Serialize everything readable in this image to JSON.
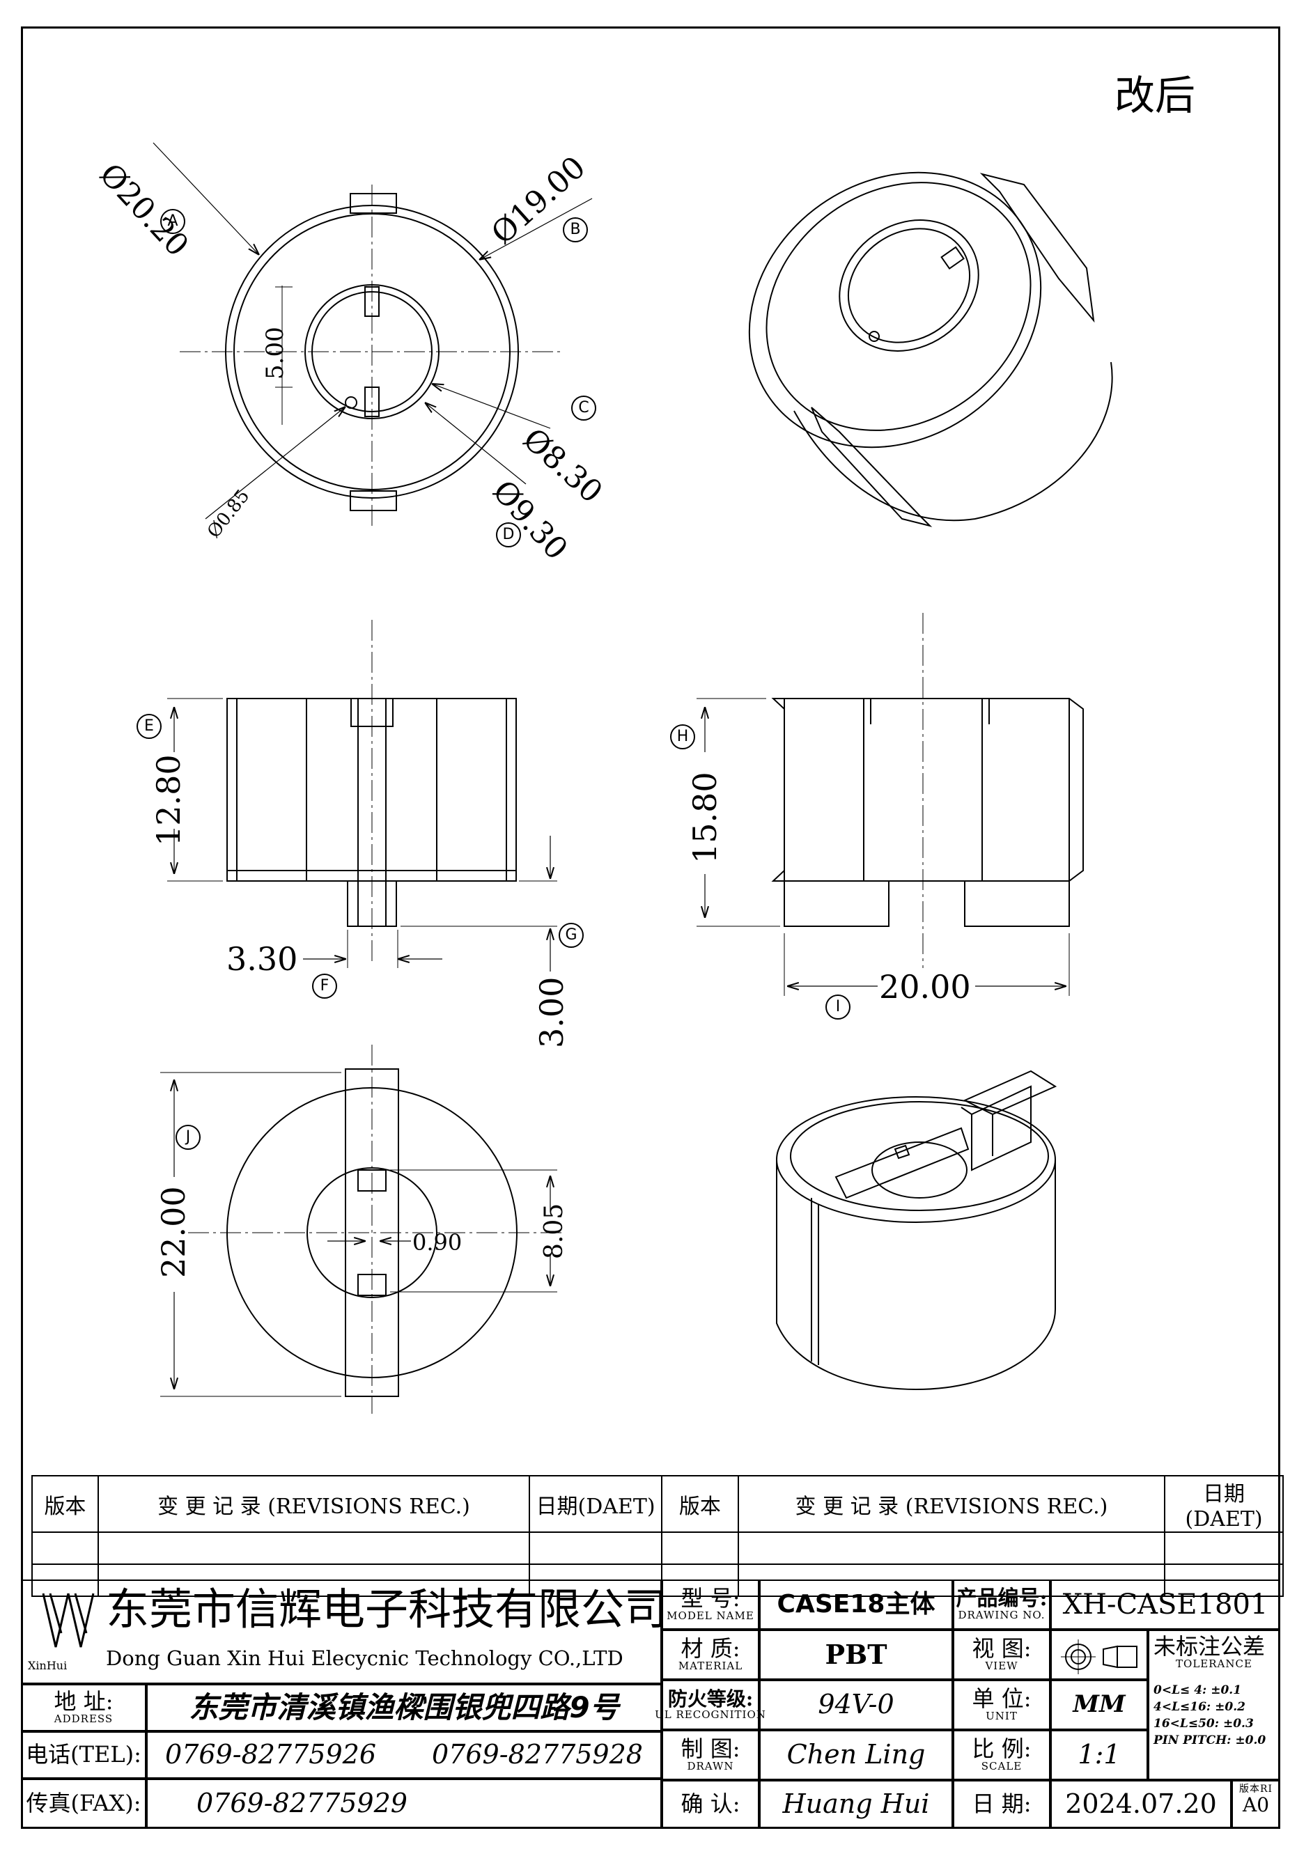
{
  "revision_note": "改后",
  "dims": {
    "a": "Ø20.20",
    "b": "Ø19.00",
    "c": "Ø8.30",
    "d": "Ø9.30",
    "slot": "5.00",
    "pin_hole": "Ø0.85",
    "e": "12.80",
    "f": "3.30",
    "g": "3.00",
    "h": "15.80",
    "i": "20.00",
    "j": "22.00",
    "k": "8.05",
    "l": "0.90"
  },
  "markers": [
    "A",
    "B",
    "C",
    "D",
    "E",
    "F",
    "G",
    "H",
    "I",
    "J"
  ],
  "revisions_table": {
    "col_version": "版本",
    "col_record": "变 更 记 录  (REVISIONS REC.)",
    "col_date": "日期(DAET)"
  },
  "company": {
    "name_cn": "东莞市信辉电子科技有限公司",
    "name_en": "Dong Guan Xin Hui Elecycnic Technology CO.,LTD",
    "logo_text": "XinHui",
    "address_label": "地  址:",
    "address_label_en": "ADDRESS",
    "address": "东莞市清溪镇渔樑围银兜四路9号",
    "tel_label": "电话(TEL):",
    "tel1": "0769-82775926",
    "tel2": "0769-82775928",
    "fax_label": "传真(FAX):",
    "fax": "0769-82775929"
  },
  "title_block": {
    "model_label": "型  号:",
    "model_label_en": "MODEL NAME",
    "model": "CASE18主体",
    "material_label": "材  质:",
    "material_label_en": "MATERIAL",
    "material": "PBT",
    "fire_label": "防火等级:",
    "fire_label_en": "UL RECOGNITION",
    "fire": "94V-0",
    "drawn_label": "制  图:",
    "drawn_label_en": "DRAWN",
    "drawn": "Chen Ling",
    "check_label": "确  认:",
    "check": "Huang Hui",
    "drawing_no_label": "产品编号:",
    "drawing_no_label_en": "DRAWING NO.",
    "drawing_no": "XH-CASE1801",
    "view_label": "视  图:",
    "view_label_en": "VIEW",
    "unit_label": "单  位:",
    "unit_label_en": "UNIT",
    "unit": "MM",
    "scale_label": "比  例:",
    "scale_label_en": "SCALE",
    "scale": "1:1",
    "date_label": "日  期:",
    "date": "2024.07.20",
    "tolerance_label": "未标注公差",
    "tolerance_label_en": "TOLERANCE",
    "tol1": "0<L≤ 4:  ±0.1",
    "tol2": "4<L≤16:  ±0.2",
    "tol3": "16<L≤50:  ±0.3",
    "tol4": "PIN PITCH:  ±0.0",
    "version_label": "版本RI",
    "version": "A0"
  }
}
